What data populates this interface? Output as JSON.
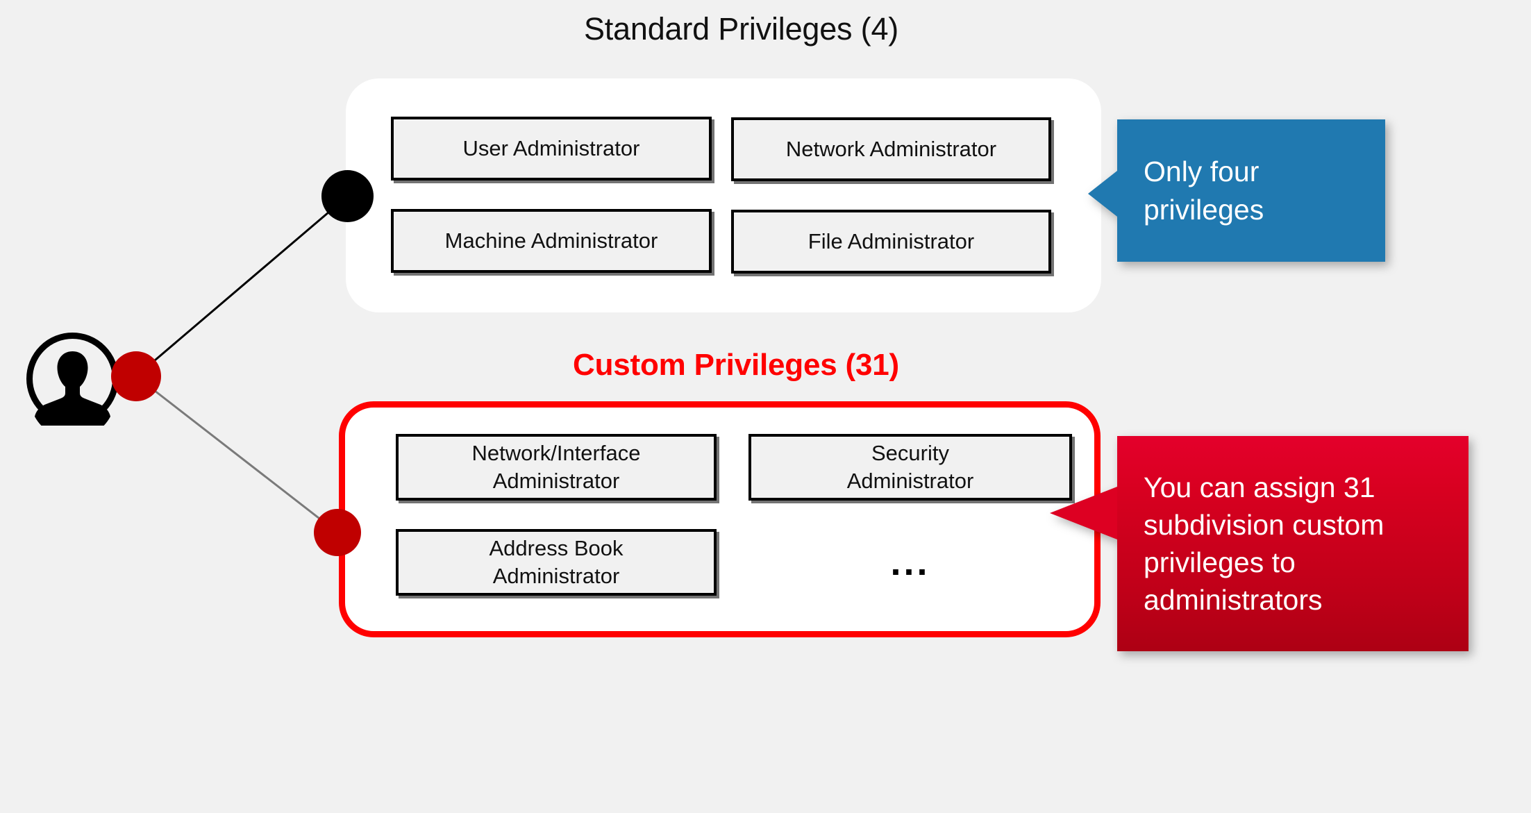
{
  "background_color": "#f1f1f1",
  "standard_section": {
    "title": "Standard Privileges (4)",
    "boxes": [
      {
        "id": "user",
        "label": "User Administrator"
      },
      {
        "id": "network",
        "label": "Network Administrator"
      },
      {
        "id": "machine",
        "label": "Machine Administrator"
      },
      {
        "id": "file",
        "label": "File Administrator"
      }
    ],
    "count": 4,
    "panel_color": "#ffffff"
  },
  "custom_section": {
    "title": "Custom Privileges (31)",
    "title_color": "#FF0000",
    "boxes": [
      {
        "id": "netif",
        "line1": "Network/Interface",
        "line2": "Administrator"
      },
      {
        "id": "security",
        "line1": "Security",
        "line2": "Administrator"
      },
      {
        "id": "address",
        "line1": "Address Book",
        "line2": "Administrator"
      }
    ],
    "more_indicator": "...",
    "count": 31,
    "panel_border_color": "#FF0000"
  },
  "callouts": [
    {
      "id": "blue",
      "line1": "Only four",
      "line2": "privileges",
      "color": "#2079B0",
      "text_color": "#ffffff"
    },
    {
      "id": "red",
      "line1": "You can assign 31",
      "line2": "subdivision custom",
      "line3": "privileges to",
      "line4": "administrators",
      "color": "#D2001E",
      "text_color": "#ffffff"
    }
  ],
  "nodes": {
    "avatar_label": "user-avatar",
    "root_node_color": "#C00000",
    "standard_node_color": "#000000",
    "custom_node_color": "#C00000"
  }
}
